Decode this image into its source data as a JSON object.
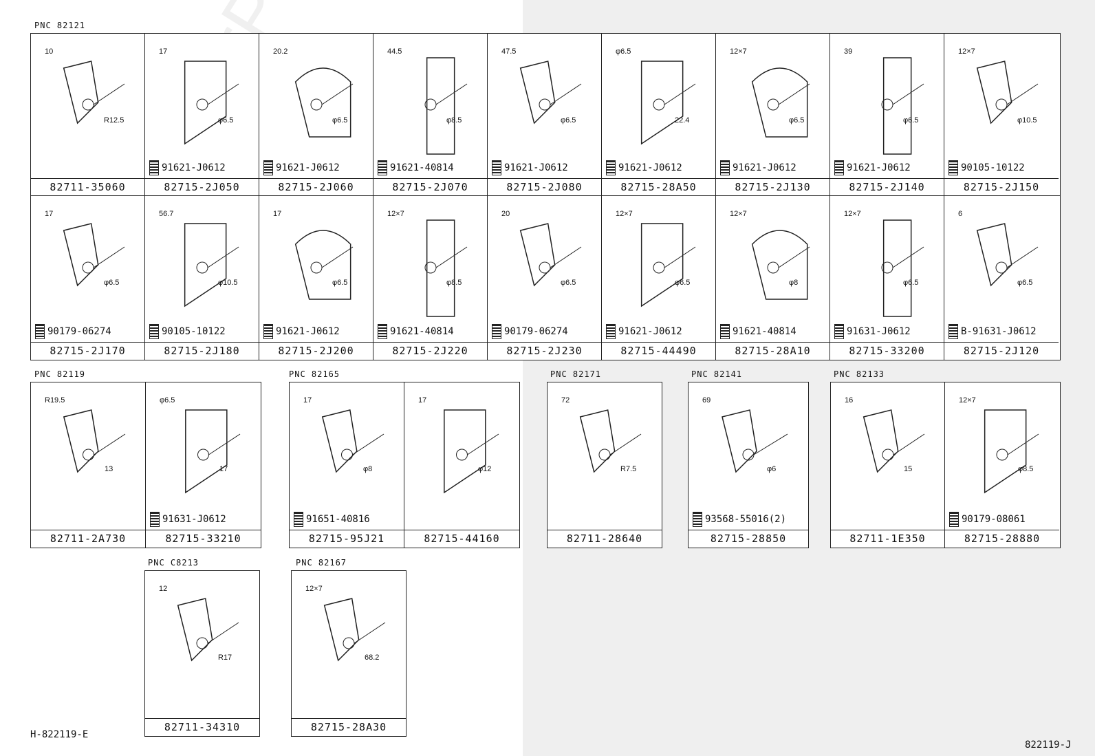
{
  "pnc_labels": {
    "g1": "PNC 82121",
    "g2": "PNC 82119",
    "g3": "PNC 82165",
    "g4": "PNC 82171",
    "g5": "PNC 82141",
    "g6": "PNC 82133",
    "g7": "PNC C8213",
    "g8": "PNC 82167"
  },
  "row1": [
    {
      "part": "82711-35060",
      "bolt": "",
      "dims": [
        "10",
        "R12.5"
      ]
    },
    {
      "part": "82715-2J050",
      "bolt": "91621-J0612",
      "dims": [
        "17",
        "φ6.5"
      ]
    },
    {
      "part": "82715-2J060",
      "bolt": "91621-J0612",
      "dims": [
        "20.2",
        "φ6.5"
      ]
    },
    {
      "part": "82715-2J070",
      "bolt": "91621-40814",
      "dims": [
        "44.5",
        "φ8.5"
      ]
    },
    {
      "part": "82715-2J080",
      "bolt": "91621-J0612",
      "dims": [
        "47.5",
        "φ6.5"
      ]
    },
    {
      "part": "82715-28A50",
      "bolt": "91621-J0612",
      "dims": [
        "φ6.5",
        "22.4"
      ]
    },
    {
      "part": "82715-2J130",
      "bolt": "91621-J0612",
      "dims": [
        "12×7",
        "φ6.5"
      ]
    },
    {
      "part": "82715-2J140",
      "bolt": "91621-J0612",
      "dims": [
        "39",
        "φ6.5"
      ]
    },
    {
      "part": "82715-2J150",
      "bolt": "90105-10122",
      "dims": [
        "12×7",
        "φ10.5"
      ]
    }
  ],
  "row2": [
    {
      "part": "82715-2J170",
      "bolt": "90179-06274",
      "dims": [
        "17",
        "φ6.5"
      ]
    },
    {
      "part": "82715-2J180",
      "bolt": "90105-10122",
      "dims": [
        "56.7",
        "φ10.5"
      ]
    },
    {
      "part": "82715-2J200",
      "bolt": "91621-J0612",
      "dims": [
        "17",
        "φ6.5"
      ]
    },
    {
      "part": "82715-2J220",
      "bolt": "91621-40814",
      "dims": [
        "12×7",
        "φ8.5"
      ]
    },
    {
      "part": "82715-2J230",
      "bolt": "90179-06274",
      "dims": [
        "20",
        "φ6.5"
      ]
    },
    {
      "part": "82715-44490",
      "bolt": "91621-J0612",
      "dims": [
        "12×7",
        "φ6.5"
      ]
    },
    {
      "part": "82715-28A10",
      "bolt": "91621-40814",
      "dims": [
        "12×7",
        "φ8"
      ]
    },
    {
      "part": "82715-33200",
      "bolt": "91631-J0612",
      "dims": [
        "12×7",
        "φ6.5"
      ]
    },
    {
      "part": "82715-2J120",
      "bolt": "B-91631-J0612",
      "dims": [
        "6",
        "φ6.5"
      ]
    }
  ],
  "g2": [
    {
      "part": "82711-2A730",
      "bolt": "",
      "dims": [
        "R19.5",
        "13"
      ]
    },
    {
      "part": "82715-33210",
      "bolt": "91631-J0612",
      "dims": [
        "φ6.5",
        "17"
      ]
    }
  ],
  "g3": [
    {
      "part": "82715-95J21",
      "bolt": "91651-40816",
      "dims": [
        "17",
        "φ8"
      ]
    },
    {
      "part": "82715-44160",
      "bolt": "",
      "dims": [
        "17",
        "φ12"
      ]
    }
  ],
  "g4": [
    {
      "part": "82711-28640",
      "bolt": "",
      "dims": [
        "72",
        "R7.5"
      ]
    }
  ],
  "g5": [
    {
      "part": "82715-28850",
      "bolt": "93568-55016(2)",
      "dims": [
        "69",
        "φ6"
      ]
    }
  ],
  "g6": [
    {
      "part": "82711-1E350",
      "bolt": "",
      "dims": [
        "16",
        "15"
      ]
    },
    {
      "part": "82715-28880",
      "bolt": "90179-08061",
      "dims": [
        "12×7",
        "φ8.5"
      ]
    }
  ],
  "g7": [
    {
      "part": "82711-34310",
      "bolt": "",
      "dims": [
        "12",
        "R17"
      ]
    }
  ],
  "g8": [
    {
      "part": "82715-28A30",
      "bolt": "",
      "dims": [
        "12×7",
        "68.2"
      ]
    }
  ],
  "footer": {
    "left": "H-822119-E",
    "right": "822119-J"
  },
  "watermark": "ToyotaCarParts.ru"
}
